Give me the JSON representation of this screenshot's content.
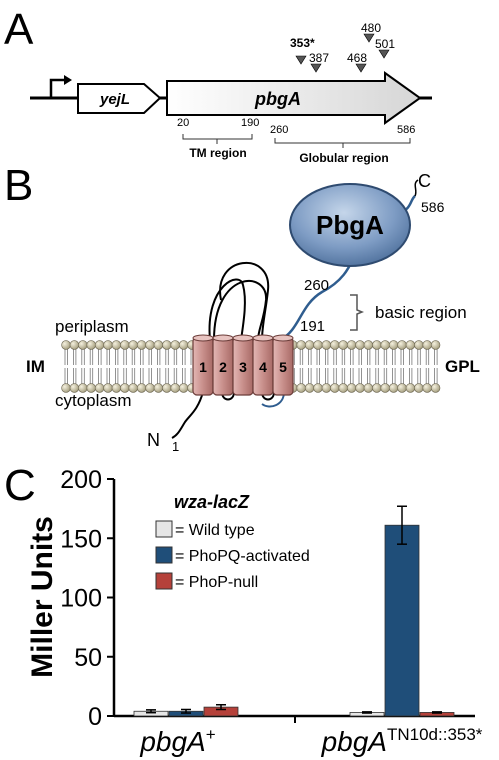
{
  "panel_letters": [
    "A",
    "B",
    "C"
  ],
  "panelA": {
    "genes": [
      "yejL",
      "pbgA"
    ],
    "mutation_sites": [
      "353*",
      "387",
      "468",
      "480",
      "501"
    ],
    "coordinates": [
      "20",
      "190",
      "260",
      "586"
    ],
    "regions": [
      "TM region",
      "Globular region"
    ]
  },
  "panelB": {
    "protein": "PbgA",
    "c_term": "C",
    "c_num": "586",
    "n_term": "N",
    "n_num": "1",
    "res260": "260",
    "res191": "191",
    "basic_region": "basic region",
    "periplasm": "periplasm",
    "cytoplasm": "cytoplasm",
    "im": "IM",
    "gpl": "GPL",
    "helices": [
      "1",
      "2",
      "3",
      "4",
      "5"
    ]
  },
  "chart_data": {
    "type": "bar",
    "title": "wza-lacZ",
    "ylabel": "Miller Units",
    "ylim": [
      0,
      200
    ],
    "yticks": [
      0,
      50,
      100,
      150,
      200
    ],
    "categories": [
      {
        "main": "pbgA",
        "sup": "+"
      },
      {
        "main": "pbgA",
        "sup": "TN10d::353*"
      }
    ],
    "series": [
      {
        "name": "Wild type",
        "color": "#e6e6e6",
        "values": [
          4,
          3
        ],
        "errors": [
          1.2,
          0.5
        ]
      },
      {
        "name": "PhoPQ-activated",
        "color": "#1f4e79",
        "values": [
          4,
          161
        ],
        "errors": [
          1.5,
          16
        ]
      },
      {
        "name": "PhoP-null",
        "color": "#b5413a",
        "values": [
          7.5,
          3
        ],
        "errors": [
          2,
          0.5
        ]
      }
    ],
    "legend_prefix": "= "
  },
  "colors": {
    "helix": "#c99494",
    "globule": "#6f8fb8",
    "tail": "#2f5d8f"
  }
}
